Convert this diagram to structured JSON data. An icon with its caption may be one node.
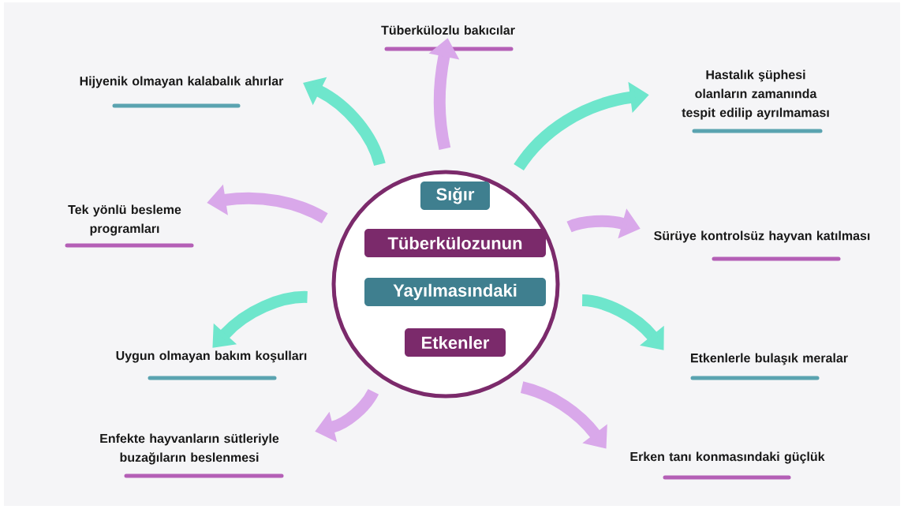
{
  "diagram": {
    "nodes": [
      {
        "text": [],
        "shape": "circle"
      },
      {
        "text": [
          "Sığır"
        ],
        "in": 0
      },
      {
        "text": [
          "Tüberkülozunun"
        ],
        "in": 0
      },
      {
        "text": [
          "Yayılmasındaki"
        ],
        "in": 0
      },
      {
        "text": [
          "Etkenler"
        ],
        "in": 0
      },
      {
        "text": [
          "Tüberkülozlu bakıcılar"
        ]
      },
      {
        "text": [
          "Hijyenik olmayan kalabalık ahırlar"
        ]
      },
      {
        "text": [
          "Hastalık şüphesi olanların zamanında tespit edilip ayrılmaması"
        ]
      },
      {
        "text": [
          "Tek yönlü besleme programları"
        ]
      },
      {
        "text": [
          "Sürüye kontrolsüz hayvan katılması"
        ]
      },
      {
        "text": [
          "Uygun olmayan bakım koşulları"
        ]
      },
      {
        "text": [
          "Etkenlerle bulaşık meralar"
        ]
      },
      {
        "text": [
          "Enfekte hayvanların sütleriyle buzağıların beslenmesi"
        ]
      },
      {
        "text": [
          "Erken tanı konmasındaki güçlük"
        ]
      }
    ],
    "edges": [
      {
        "from": 0,
        "to": 5,
        "arrow": "to",
        "color": "#d9a8ea"
      },
      {
        "from": 0,
        "to": 6,
        "arrow": "to",
        "color": "#6ee6cc"
      },
      {
        "from": 0,
        "to": 7,
        "arrow": "to",
        "color": "#6ee6cc"
      },
      {
        "from": 0,
        "to": 8,
        "arrow": "to",
        "color": "#d9a8ea"
      },
      {
        "from": 0,
        "to": 9,
        "arrow": "to",
        "color": "#d9a8ea"
      },
      {
        "from": 0,
        "to": 10,
        "arrow": "to",
        "color": "#6ee6cc"
      },
      {
        "from": 0,
        "to": 11,
        "arrow": "to",
        "color": "#6ee6cc"
      },
      {
        "from": 0,
        "to": 12,
        "arrow": "to",
        "color": "#d9a8ea"
      },
      {
        "from": 0,
        "to": 13,
        "arrow": "to",
        "color": "#d9a8ea"
      }
    ]
  }
}
